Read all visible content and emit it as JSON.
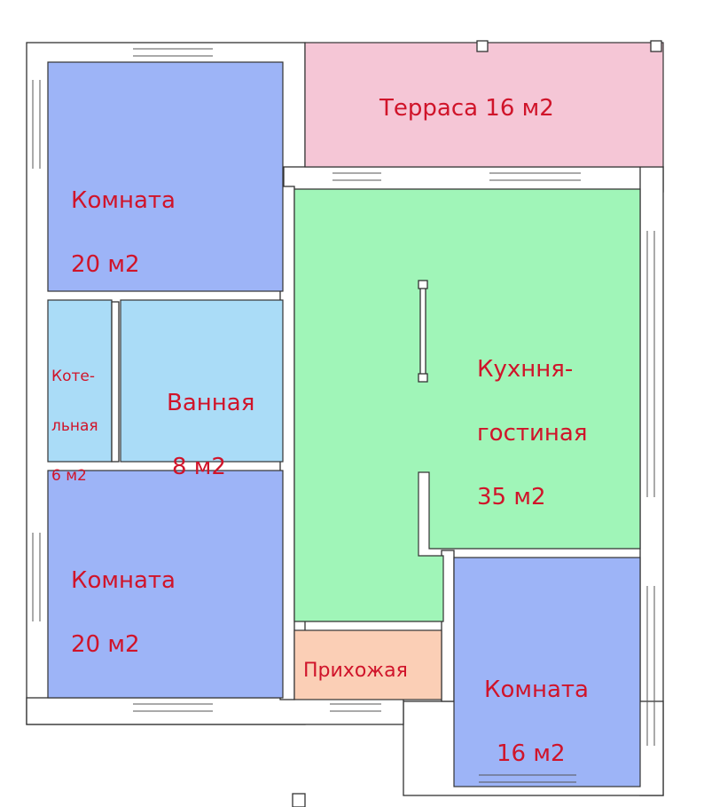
{
  "colors": {
    "bedroom": "#9db4f7",
    "living": "#a0f5b8",
    "bath": "#aadcf7",
    "terrace": "#f5c6d6",
    "hall": "#fbcfb6",
    "label": "#d0142a",
    "wall": "#333333"
  },
  "rooms": {
    "room_top_left": {
      "name": "Комната",
      "area": "20 м2"
    },
    "terrace": {
      "label": "Терраса 16 м2"
    },
    "boiler": {
      "line1": "Коте-",
      "line2": "льная",
      "line3": "6 м2"
    },
    "bath": {
      "name": "Ванная",
      "area": "8 м2"
    },
    "living": {
      "line1": "Кухння-",
      "line2": "гостиная",
      "line3": "35 м2"
    },
    "room_bottom_left": {
      "name": "Комната",
      "area": "20 м2"
    },
    "hall": {
      "label": "Прихожая"
    },
    "room_bottom_right": {
      "name": "Комната",
      "area": "16 м2"
    }
  }
}
